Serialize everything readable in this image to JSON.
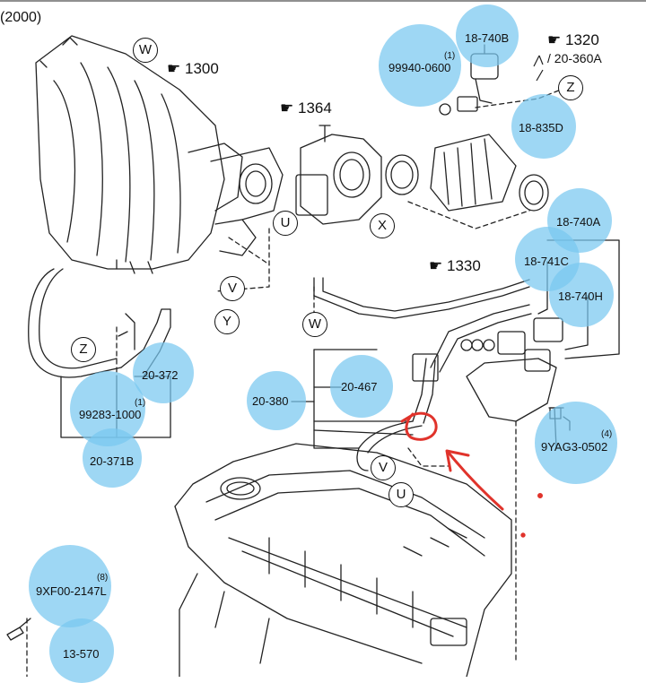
{
  "header": {
    "year": "(2000)"
  },
  "refs": {
    "r1300": "1300",
    "r1364": "1364",
    "r1320": "1320",
    "r1330": "1330",
    "r360a": "/ 20-360A"
  },
  "letters": {
    "W1": "W",
    "W2": "W",
    "U1": "U",
    "U2": "U",
    "X": "X",
    "V1": "V",
    "V2": "V",
    "Y": "Y",
    "Z1": "Z",
    "Z2": "Z"
  },
  "parts": {
    "p740b": "18-740B",
    "p99940": "99940-0600",
    "p99940q": "(1)",
    "p835d": "18-835D",
    "p740a": "18-740A",
    "p741c": "18-741C",
    "p740h": "18-740H",
    "p372": "20-372",
    "p99283": "99283-1000",
    "p99283q": "(1)",
    "p371b": "20-371B",
    "p380": "20-380",
    "p467": "20-467",
    "p9yag3": "9YAG3-0502",
    "p9yag3q": "(4)",
    "p9xf00": "9XF00-2147L",
    "p9xf00q": "(8)",
    "p13570": "13-570"
  },
  "colors": {
    "bubble": "#78c8f0",
    "annotation": "#e0332b",
    "line": "#111111"
  }
}
